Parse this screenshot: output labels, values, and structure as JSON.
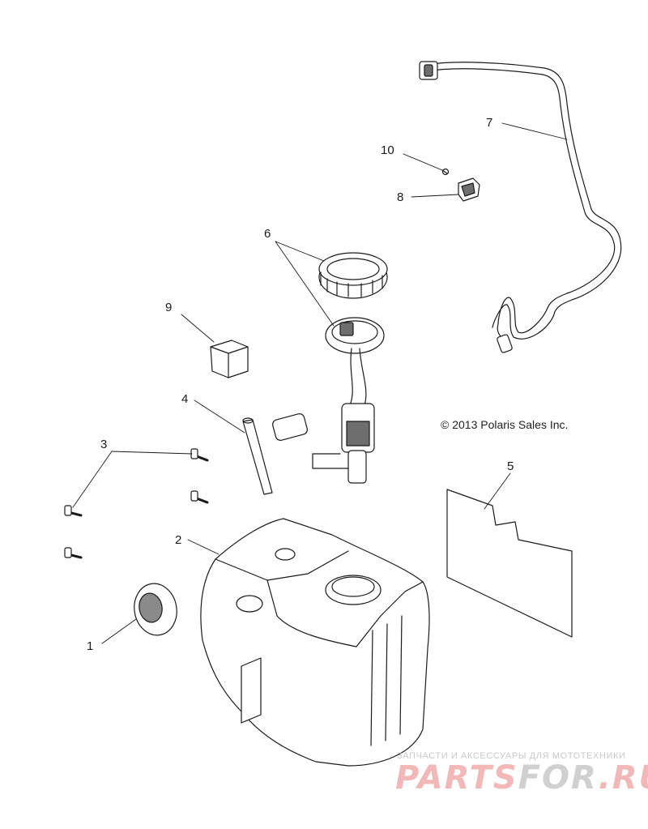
{
  "diagram": {
    "callouts": [
      "1",
      "2",
      "3",
      "4",
      "5",
      "6",
      "7",
      "8",
      "9",
      "10"
    ],
    "copyright": "© 2013 Polaris Sales Inc."
  },
  "watermark": {
    "subtitle": "ЗАПЧАСТИ И АКСЕССУАРЫ ДЛЯ МОТОТЕХНИКИ",
    "logo_part1": "PARTS",
    "logo_part2": "FOR",
    "logo_part3": ".RU"
  },
  "colors": {
    "line": "#1a1a1a",
    "part_fill": "#ffffff",
    "shade": "#6e6e6e",
    "watermark_red": "#f2b8b8",
    "watermark_grey": "#d0d0d0"
  }
}
